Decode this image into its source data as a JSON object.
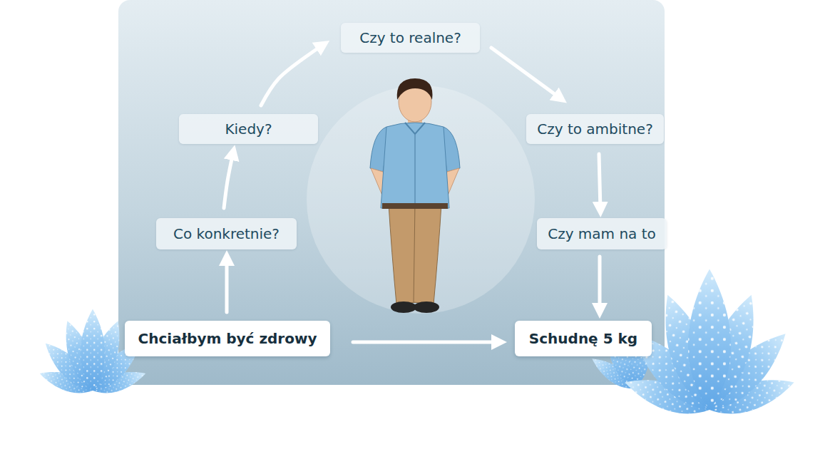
{
  "diagram": {
    "nodes": [
      {
        "text": [
          "Czy to realne?"
        ]
      },
      {
        "text": [
          "Kiedy?"
        ]
      },
      {
        "text": [
          "Czy to ambitne?"
        ]
      },
      {
        "text": [
          "Co konkretnie?"
        ]
      },
      {
        "text": [
          "Czy mam na to"
        ]
      },
      {
        "text": [
          "Chciałbym być zdrowy"
        ]
      },
      {
        "text": [
          "Schudnę 5 kg"
        ]
      }
    ],
    "edges": [
      {
        "from": 5,
        "to": 3,
        "arrow": "to"
      },
      {
        "from": 3,
        "to": 1,
        "arrow": "to"
      },
      {
        "from": 1,
        "to": 0,
        "arrow": "to"
      },
      {
        "from": 0,
        "to": 2,
        "arrow": "to"
      },
      {
        "from": 2,
        "to": 4,
        "arrow": "to"
      },
      {
        "from": 4,
        "to": 6,
        "arrow": "to"
      },
      {
        "from": 5,
        "to": 6,
        "arrow": "to"
      }
    ]
  }
}
